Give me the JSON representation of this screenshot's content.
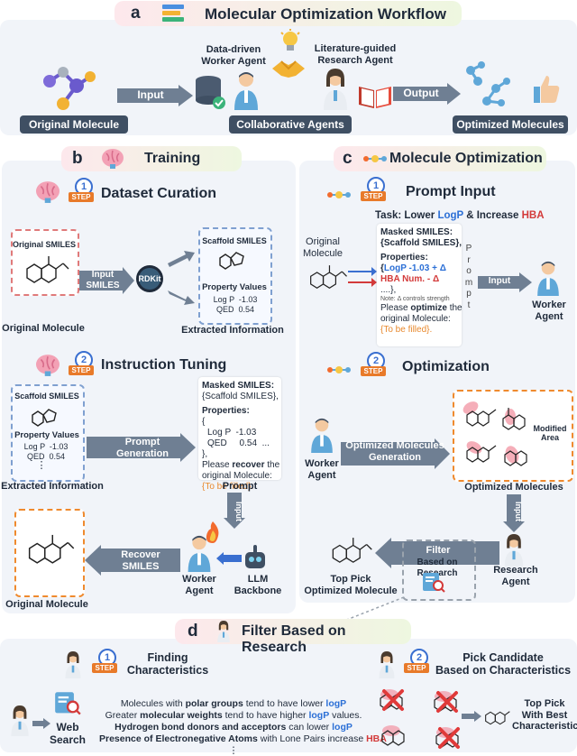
{
  "colors": {
    "accent_blue": "#2b6fd6",
    "accent_red": "#d33a3a",
    "accent_orange": "#e8892e",
    "arrow_gray": "#6f7f93"
  },
  "section_a": {
    "letter": "a",
    "title": "Molecular Optimization Workflow",
    "worker_agent": "Data-driven\nWorker Agent",
    "research_agent": "Literature-guided\nResearch Agent",
    "input_label": "Input",
    "output_label": "Output",
    "original_molecule": "Original Molecule",
    "collaborative_agents": "Collaborative Agents",
    "optimized_molecules": "Optimized Molecules"
  },
  "section_b": {
    "letter": "b",
    "title": "Training",
    "step1": {
      "num": "1",
      "tag": "STEP",
      "title": "Dataset Curation"
    },
    "original_smiles": "Original SMILES",
    "original_molecule": "Original Molecule",
    "input_smiles": "Input\nSMILES",
    "rdkit": "RDKit",
    "scaffold_smiles": "Scaffold SMILES",
    "property_values": "Property Values",
    "logp_row": "Log P  -1.03",
    "qed_row": "QED  0.54",
    "extracted_information": "Extracted Information",
    "step2": {
      "num": "2",
      "tag": "STEP",
      "title": "Instruction Tuning"
    },
    "scaffold_smiles2": "Scaffold SMILES",
    "property_values2": "Property Values",
    "logp_row2": "Log P  -1.03",
    "qed_row2": "QED  0.54",
    "dots": "⋮",
    "extracted_information2": "Extracted Information",
    "prompt_generation": "Prompt\nGeneration",
    "card": {
      "l1": "Masked SMILES:",
      "l2": "{Scaffold SMILES},",
      "l3": "Properties:",
      "l4": "{",
      "l5": "Log P  -1.03",
      "l6": "QED     0.54  ...",
      "l7": "},",
      "l8a": "Please ",
      "l8b": "recover",
      "l8c": " the",
      "l9": "original Molecule:",
      "l10": "{To be filled}."
    },
    "prompt": "Prompt",
    "input": "Input",
    "recover_smiles": "Recover\nSMILES",
    "worker_agent": "Worker\nAgent",
    "llm_backbone": "LLM\nBackbone",
    "original_molecule2": "Original Molecule"
  },
  "section_c": {
    "letter": "c",
    "title": "Molecule Optimization",
    "step1": {
      "num": "1",
      "tag": "STEP",
      "title": "Prompt Input"
    },
    "task_prefix": "Task: Lower ",
    "task_logp": "LogP",
    "task_mid": " & Increase ",
    "task_hba": "HBA",
    "original_molecule": "Original\nMolecule",
    "card": {
      "l1": "Masked SMILES:",
      "l2": "{Scaffold SMILES},",
      "l3": "Properties:",
      "l4a": "{",
      "l4b": "LogP  -1.03 + Δ",
      "l5": "HBA   Num. - Δ",
      "l6": "....},",
      "l7": "Note: Δ controls strength",
      "l8a": "Please ",
      "l8b": "optimize",
      "l8c": " the",
      "l9": "original Molecule:",
      "l10": "{To be filled}."
    },
    "prompt_vertical": "P\nr\no\nm\np\nt",
    "input": "Input",
    "worker_agent": "Worker\nAgent",
    "step2": {
      "num": "2",
      "tag": "STEP",
      "title": "Optimization"
    },
    "worker_agent2": "Worker\nAgent",
    "optimized_generation": "Optimized Molecules\nGeneration",
    "modified_area": "Modified\nArea",
    "optimized_molecules": "Optimized Molecules",
    "input2": "Input",
    "filter": "Filter",
    "based_on_research": "Based on Research",
    "research_agent": "Research\nAgent",
    "top_pick": "Top Pick\nOptimized Molecule"
  },
  "section_d": {
    "letter": "d",
    "title": "Filter Based on Research",
    "step1": {
      "num": "1",
      "tag": "STEP",
      "title": "Finding\nCharacteristics"
    },
    "step2": {
      "num": "2",
      "tag": "STEP",
      "title": "Pick Candidate\nBased on Characteristics"
    },
    "web_search": "Web\nSearch",
    "f1a": "Molecules with ",
    "f1b": "polar groups",
    "f1c": " tend to have lower ",
    "f1d": "logP",
    ".": ".",
    "f2a": "Greater ",
    "f2b": "molecular weights",
    "f2c": " tend to have higher ",
    "f2d": "logP",
    "f2e": " values.",
    "f3a": "Hydrogen bond donors and acceptors",
    "f3b": " can lower ",
    "f3c": "logP",
    "f4a": "Presence of Electronegative Atoms",
    "f4b": " with Lone Pairs increase ",
    "f4c": "HBA",
    "dots": "⋮",
    "top_pick": "Top Pick\nWith Best\nCharacteristics"
  }
}
